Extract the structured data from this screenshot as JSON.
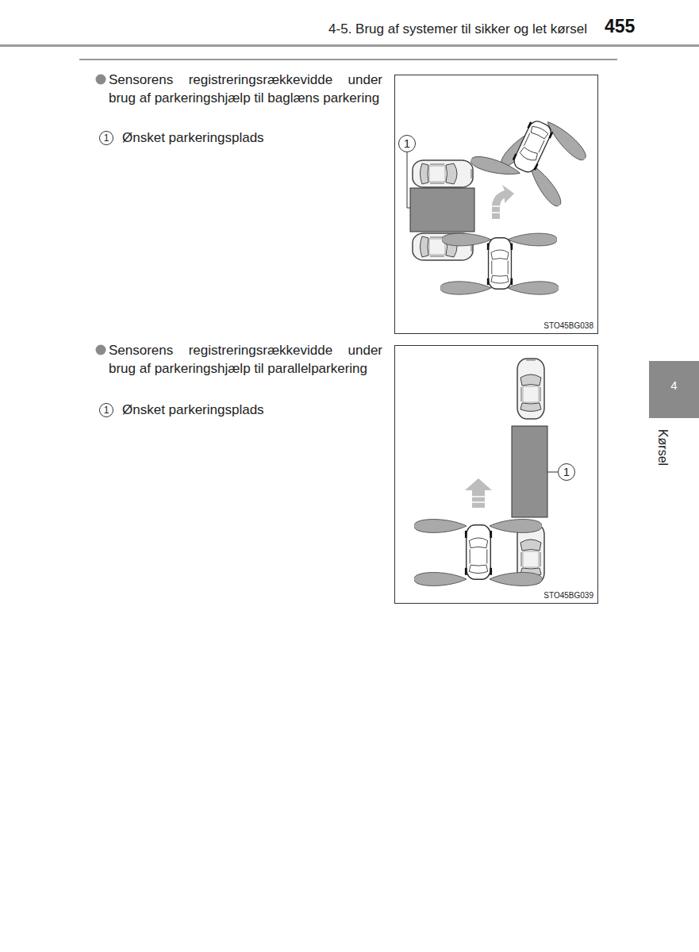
{
  "diagram": {
    "nodes": [
      {
        "text": [
          "4"
        ]
      }
    ],
    "labels": [
      "455",
      "4-5. Brug af systemer til sikker og let kørsel",
      "Sensorens registreringsrækkevidde under brug af parkeringshjælp til baglæns parkering",
      "1",
      "Ønsket parkeringsplads",
      "1",
      "STO45BG038",
      "Sensorens registreringsrækkevidde under brug af parkeringshjælp til parallelparkering",
      "1",
      "Ønsket parkeringsplads",
      "1",
      "STO45BG039",
      "Kørsel"
    ]
  }
}
